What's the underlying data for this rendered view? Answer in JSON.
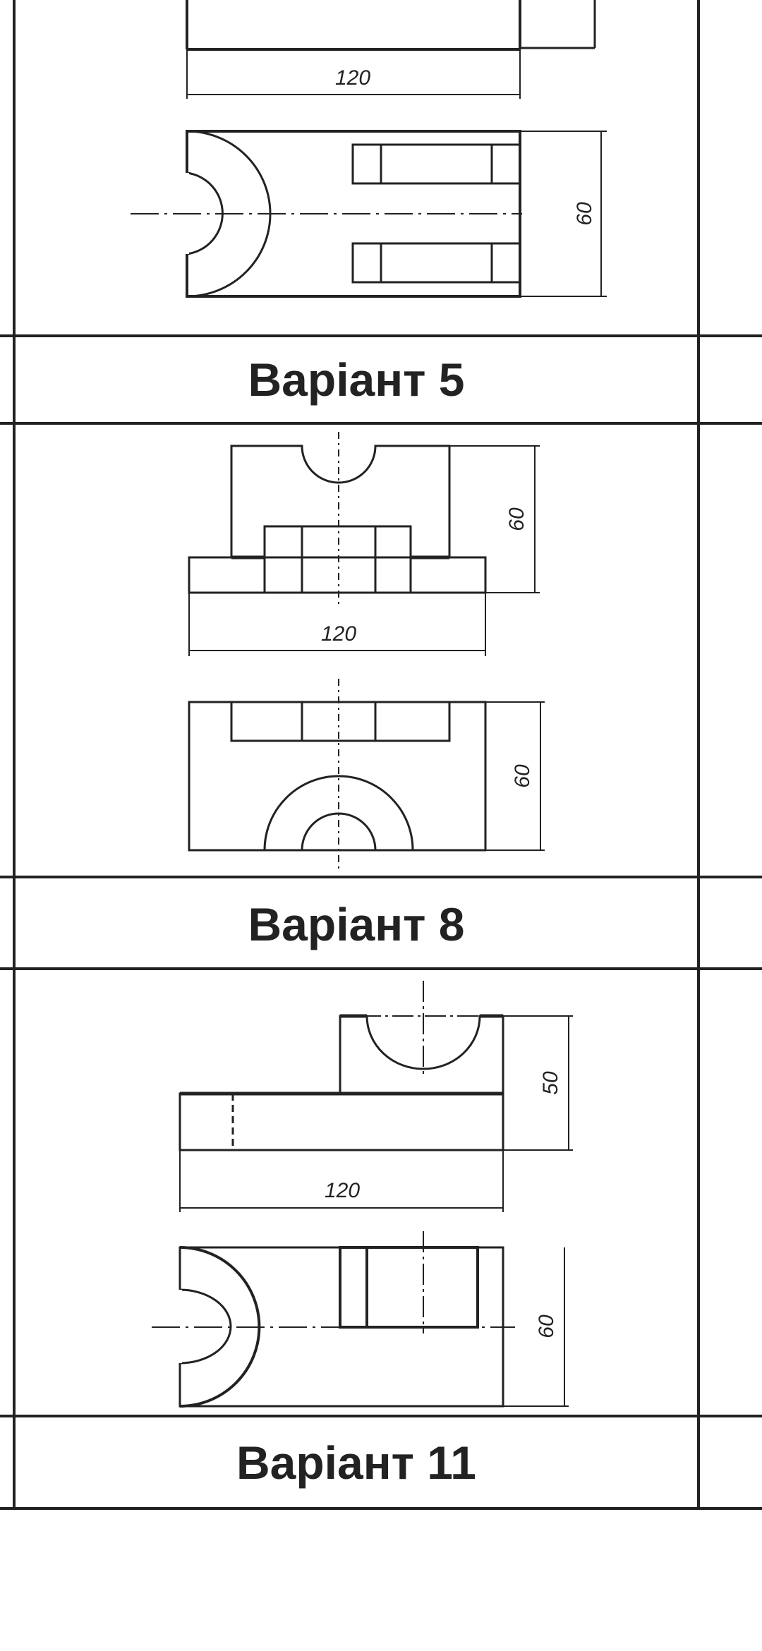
{
  "variants": [
    {
      "label": "Варіант 5"
    },
    {
      "label": "Варіант 8"
    },
    {
      "label": "Варіант 11"
    }
  ],
  "drawings": {
    "top": {
      "width_dim": "120",
      "height_dim": "60"
    },
    "variant5": {
      "height_dim": "60",
      "width_dim": "120",
      "plan_height_dim": "60"
    },
    "variant8": {
      "height_dim": "50",
      "width_dim": "120",
      "plan_height_dim": "60"
    }
  }
}
